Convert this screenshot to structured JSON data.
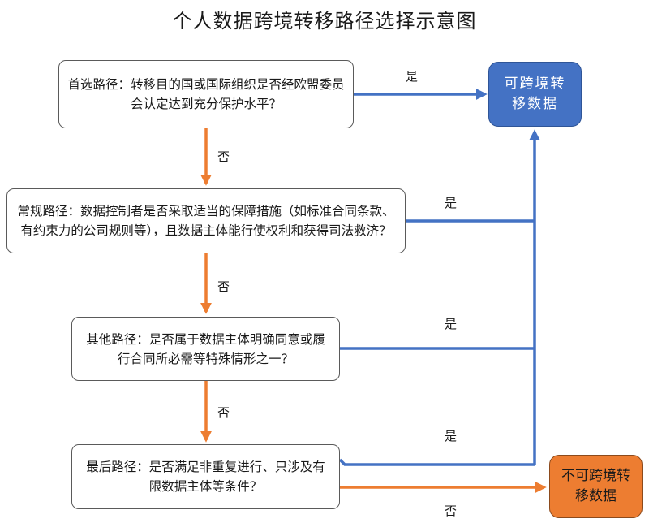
{
  "title": "个人数据跨境转移路径选择示意图",
  "steps": [
    {
      "text": "首选路径：转移目的国或国际组织是否经欧盟委员会认定达到充分保护水平？"
    },
    {
      "text": "常规路径：数据控制者是否采取适当的保障措施（如标准合同条款、有约束力的公司规则等），且数据主体能行使权利和获得司法救济？"
    },
    {
      "text": "其他路径：是否属于数据主体明确同意或履行合同所必需等特殊情形之一？"
    },
    {
      "text": "最后路径：是否满足非重复进行、只涉及有限数据主体等条件？"
    }
  ],
  "outcomes": {
    "allowed": "可跨境转移数据",
    "denied": "不可跨境转移数据"
  },
  "labels": {
    "yes_1": "是",
    "yes_2": "是",
    "yes_3": "是",
    "yes_4": "是",
    "no_1": "否",
    "no_2": "否",
    "no_3": "否",
    "no_4": "否"
  },
  "colors": {
    "yes_line": "#4472c4",
    "no_line": "#ed7d31"
  }
}
